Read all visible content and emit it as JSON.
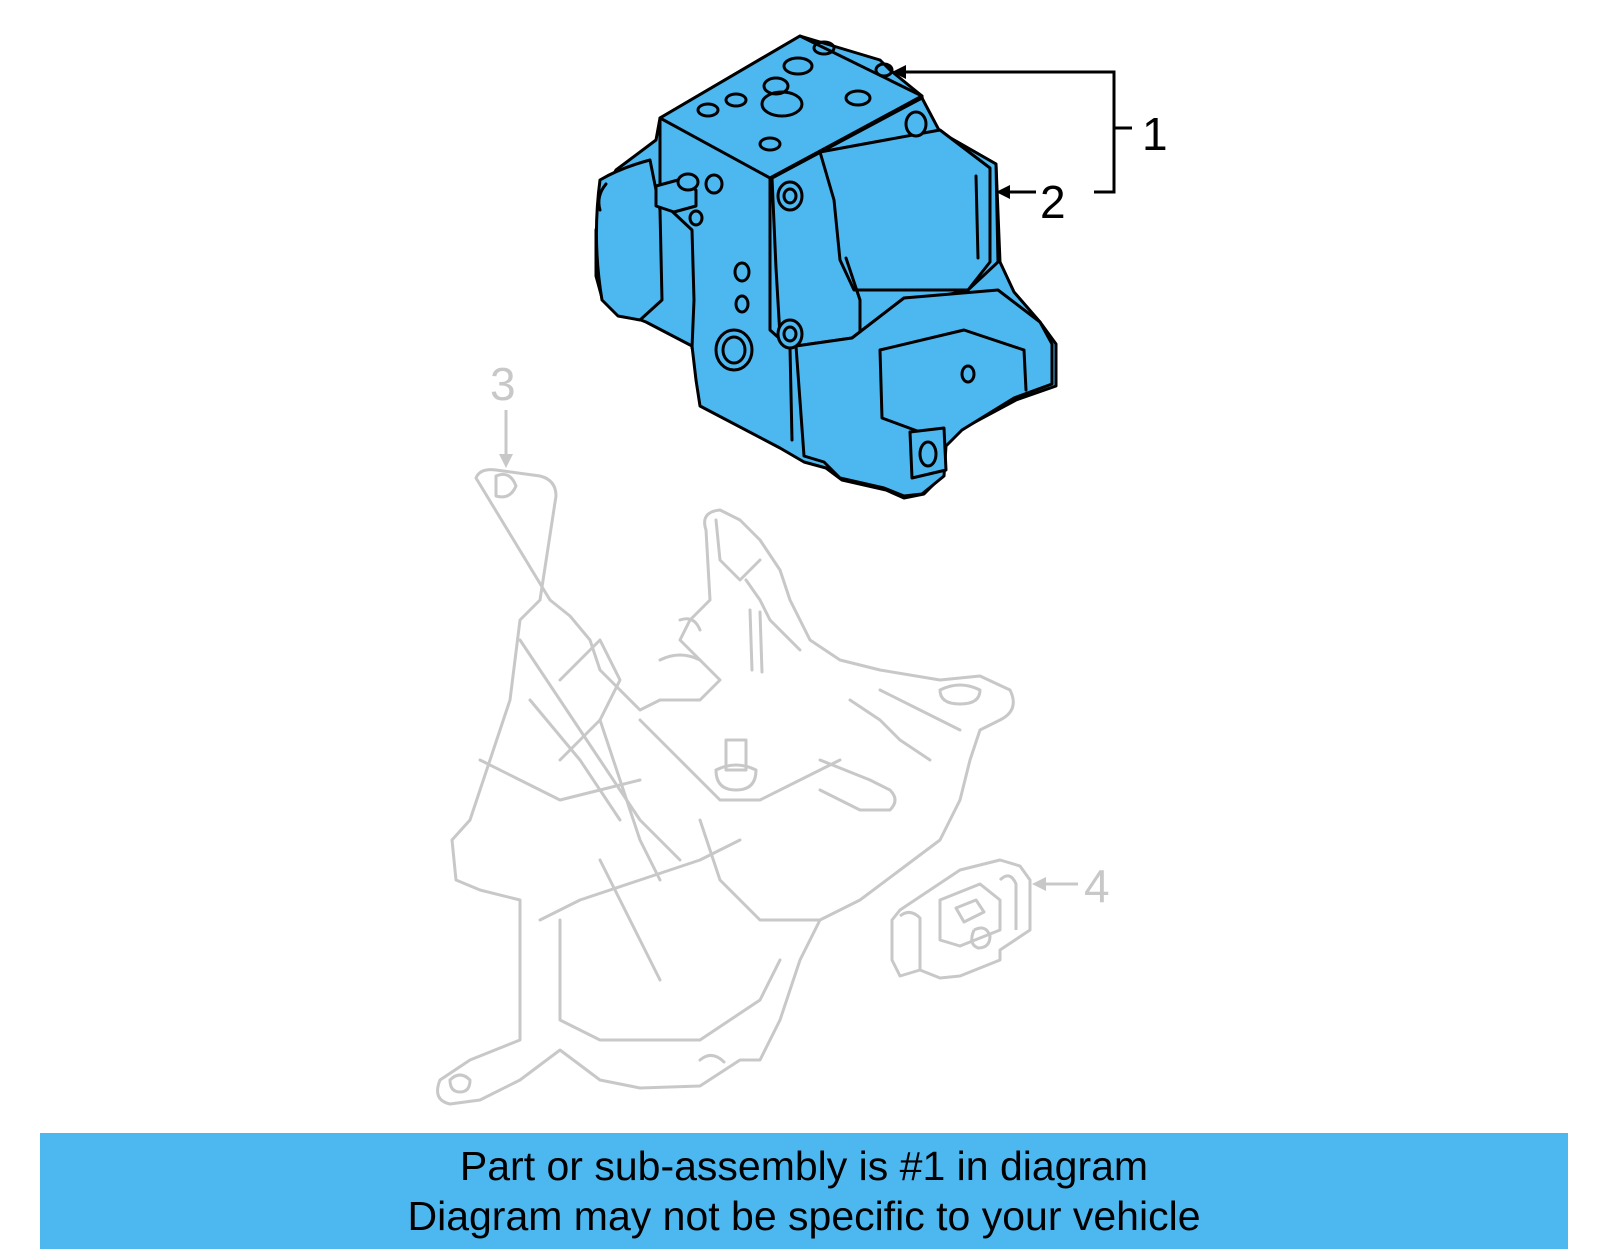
{
  "diagram": {
    "highlight_color": "#4db8f0",
    "outline_color": "#000000",
    "ghost_color": "#c8c8c8",
    "callouts": [
      {
        "number": "1",
        "part": "abs-modulator-assembly",
        "highlighted": true
      },
      {
        "number": "2",
        "part": "abs-control-module",
        "highlighted": true
      },
      {
        "number": "3",
        "part": "mounting-bracket",
        "highlighted": false
      },
      {
        "number": "4",
        "part": "insulator-grommet",
        "highlighted": false
      }
    ]
  },
  "banner": {
    "line1": "Part or sub-assembly is #1 in diagram",
    "line2": "Diagram may not be specific to your vehicle",
    "background": "#4db8f0"
  }
}
